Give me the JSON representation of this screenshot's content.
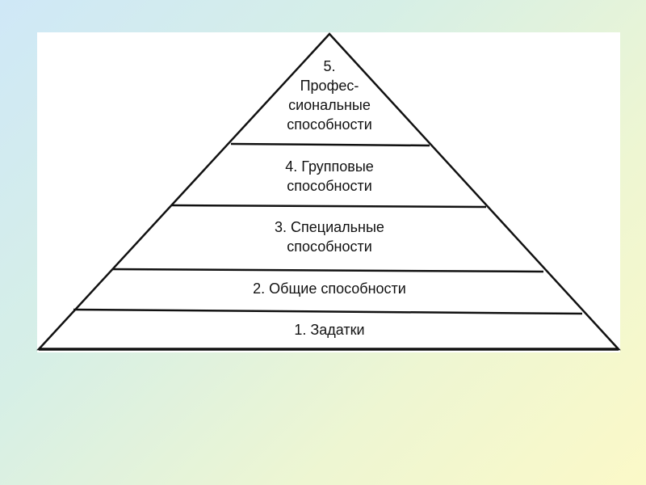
{
  "pyramid": {
    "levels": [
      {
        "id": "level-1",
        "lines": [
          "1. Задатки"
        ]
      },
      {
        "id": "level-2",
        "lines": [
          "2. Общие способности"
        ]
      },
      {
        "id": "level-3",
        "lines": [
          "3. Специальные",
          "способности"
        ]
      },
      {
        "id": "level-4",
        "lines": [
          "4. Групповые",
          "способности"
        ]
      },
      {
        "id": "level-5",
        "lines": [
          "5.",
          "Профес-",
          "сиональные",
          "способности"
        ]
      }
    ]
  }
}
